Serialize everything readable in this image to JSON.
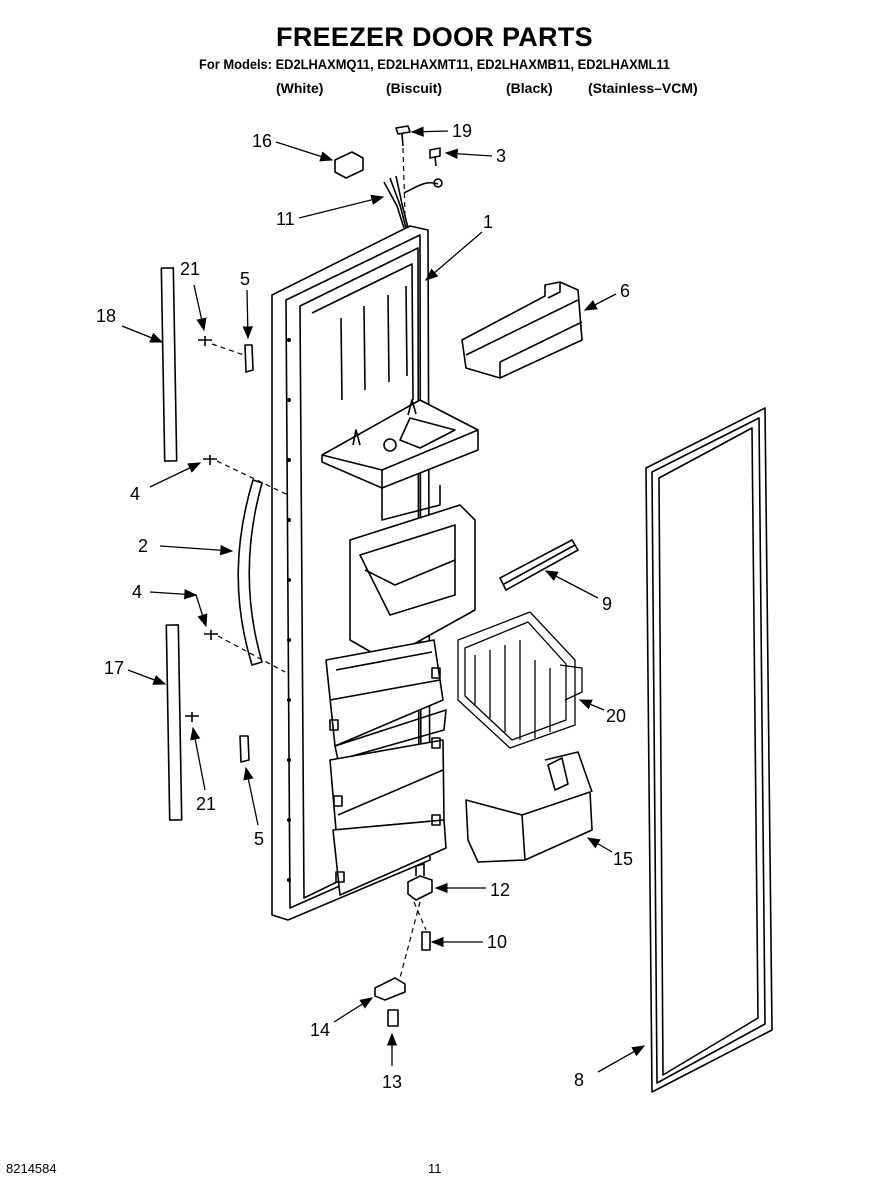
{
  "header": {
    "title": "FREEZER DOOR PARTS",
    "models_line": "For Models: ED2LHAXMQ11, ED2LHAXMT11, ED2LHAXMB11, ED2LHAXML11",
    "variants": [
      "(White)",
      "(Biscuit)",
      "(Black)",
      "(Stainless–VCM)"
    ]
  },
  "callouts": [
    "1",
    "2",
    "3",
    "4",
    "4",
    "5",
    "5",
    "6",
    "8",
    "9",
    "10",
    "11",
    "12",
    "13",
    "14",
    "15",
    "16",
    "17",
    "18",
    "19",
    "20",
    "21",
    "21"
  ],
  "footer": {
    "doc_number": "8214584",
    "page_number": "11"
  }
}
